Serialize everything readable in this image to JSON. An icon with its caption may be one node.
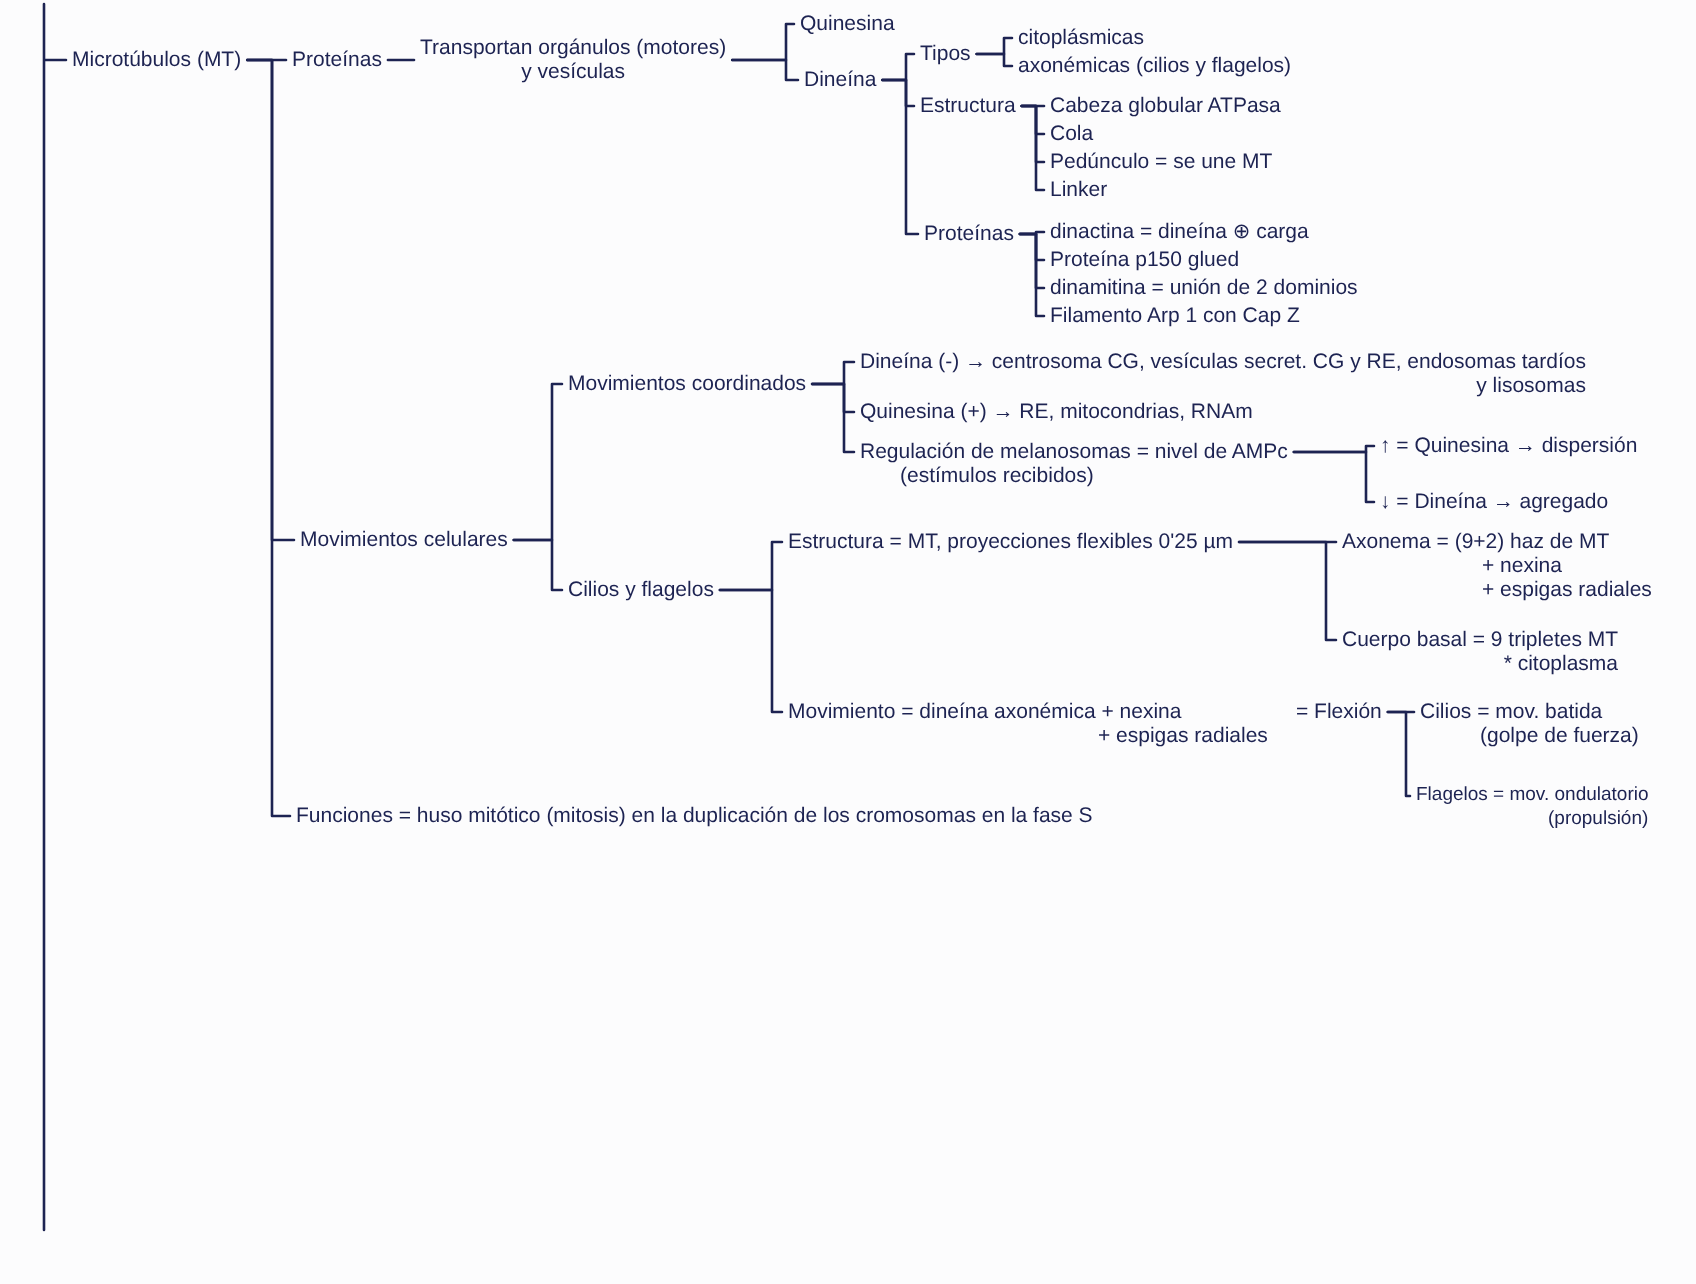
{
  "diagram": {
    "nodes": [
      {
        "text": [
          "Microtúbulos (MT)"
        ]
      },
      {
        "text": [
          "Proteínas"
        ]
      },
      {
        "text": [
          "Transportan orgánulos (motores) y vesículas"
        ]
      },
      {
        "text": [
          "Quinesina"
        ]
      },
      {
        "text": [
          "Dineína"
        ]
      },
      {
        "text": [
          "Tipos"
        ]
      },
      {
        "text": [
          "citoplásmicas"
        ]
      },
      {
        "text": [
          "axonémicas (cilios y flagelos)"
        ]
      },
      {
        "text": [
          "Estructura"
        ]
      },
      {
        "text": [
          "Cabeza globular ATPasa"
        ]
      },
      {
        "text": [
          "Cola"
        ]
      },
      {
        "text": [
          "Pedúnculo = se une MT"
        ]
      },
      {
        "text": [
          "Linker"
        ]
      },
      {
        "text": [
          "Proteínas"
        ]
      },
      {
        "text": [
          "dinactina = dineína ⊕ carga"
        ]
      },
      {
        "text": [
          "Proteína p150 glued"
        ]
      },
      {
        "text": [
          "dinamitina = unión de 2 dominios"
        ]
      },
      {
        "text": [
          "Filamento Arp 1 con Cap Z"
        ]
      },
      {
        "text": [
          "Movimientos celulares"
        ]
      },
      {
        "text": [
          "Movimientos coordinados"
        ]
      },
      {
        "text": [
          "Dineína (-) → centrosoma CG, vesículas secret. CG y RE, endosomas tardíos y lisosomas"
        ]
      },
      {
        "text": [
          "Quinesina (+) → RE, mitocondrias, RNAm"
        ]
      },
      {
        "text": [
          "Regulación de melanosomas = nivel de AMPc (estímulos recibidos)"
        ]
      },
      {
        "text": [
          "↑ = Quinesina → dispersión"
        ]
      },
      {
        "text": [
          "↓ = Dineína → agregado"
        ]
      },
      {
        "text": [
          "Cilios y flagelos"
        ]
      },
      {
        "text": [
          "Estructura = MT, proyecciones flexibles 0'25 µm"
        ]
      },
      {
        "text": [
          "Axonema = (9+2) haz de MT + nexina + espigas radiales"
        ]
      },
      {
        "text": [
          "Cuerpo basal = 9 tripletes MT * citoplasma"
        ]
      },
      {
        "text": [
          "Movimiento = dineína axonémica + nexina + espigas radiales",
          "= Flexión"
        ]
      },
      {
        "text": [
          "Cilios = mov. batida (golpe de fuerza)"
        ]
      },
      {
        "text": [
          "Flagelos = mov. ondulatorio (propulsión)"
        ]
      },
      {
        "text": [
          "Funciones = huso mitótico (mitosis) en la duplicación de los cromosomas en la fase S"
        ]
      }
    ],
    "edges": [
      {
        "from": null,
        "to": 0,
        "arrow": "none"
      },
      {
        "from": 0,
        "to": 1,
        "arrow": "none"
      },
      {
        "from": 0,
        "to": 18,
        "arrow": "none"
      },
      {
        "from": 0,
        "to": 32,
        "arrow": "none"
      },
      {
        "from": 1,
        "to": 2,
        "arrow": "none"
      },
      {
        "from": 2,
        "to": 3,
        "arrow": "none"
      },
      {
        "from": 2,
        "to": 4,
        "arrow": "none"
      },
      {
        "from": 4,
        "to": 5,
        "arrow": "none"
      },
      {
        "from": 4,
        "to": 8,
        "arrow": "none"
      },
      {
        "from": 4,
        "to": 13,
        "arrow": "none"
      },
      {
        "from": 5,
        "to": 6,
        "arrow": "none"
      },
      {
        "from": 5,
        "to": 7,
        "arrow": "none"
      },
      {
        "from": 8,
        "to": 9,
        "arrow": "none"
      },
      {
        "from": 8,
        "to": 10,
        "arrow": "none"
      },
      {
        "from": 8,
        "to": 11,
        "arrow": "none"
      },
      {
        "from": 8,
        "to": 12,
        "arrow": "none"
      },
      {
        "from": 13,
        "to": 14,
        "arrow": "none"
      },
      {
        "from": 13,
        "to": 15,
        "arrow": "none"
      },
      {
        "from": 13,
        "to": 16,
        "arrow": "none"
      },
      {
        "from": 13,
        "to": 17,
        "arrow": "none"
      },
      {
        "from": 18,
        "to": 19,
        "arrow": "none"
      },
      {
        "from": 18,
        "to": 25,
        "arrow": "none"
      },
      {
        "from": 19,
        "to": 20,
        "arrow": "none"
      },
      {
        "from": 19,
        "to": 21,
        "arrow": "none"
      },
      {
        "from": 19,
        "to": 22,
        "arrow": "none"
      },
      {
        "from": 22,
        "to": 23,
        "arrow": "none"
      },
      {
        "from": 22,
        "to": 24,
        "arrow": "none"
      },
      {
        "from": 25,
        "to": 26,
        "arrow": "none"
      },
      {
        "from": 25,
        "to": 29,
        "arrow": "none"
      },
      {
        "from": 26,
        "to": 27,
        "arrow": "none"
      },
      {
        "from": 26,
        "to": 28,
        "arrow": "none"
      },
      {
        "from": 29,
        "to": 30,
        "arrow": "none"
      },
      {
        "from": 29,
        "to": 31,
        "arrow": "none"
      }
    ]
  }
}
